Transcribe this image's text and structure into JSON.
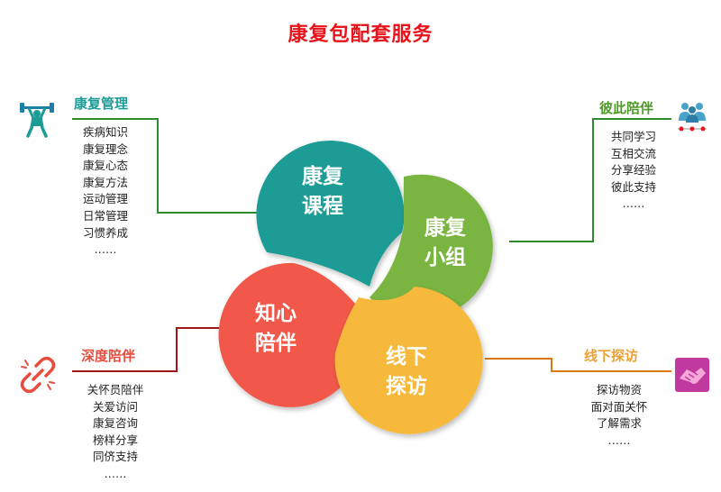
{
  "title": "康复包配套服务",
  "petals": [
    {
      "line1": "康复",
      "line2": "课程",
      "color": "#1c9c95"
    },
    {
      "line1": "康复",
      "line2": "小组",
      "color": "#7ab543"
    },
    {
      "line1": "线下",
      "line2": "探访",
      "color": "#f6b93b"
    },
    {
      "line1": "知心",
      "line2": "陪伴",
      "color": "#f15949"
    }
  ],
  "sections": {
    "rehab_management": {
      "heading": "康复管理",
      "color": "#1c9c95",
      "icon": "weightlifter-icon",
      "items": [
        "疾病知识",
        "康复理念",
        "康复心态",
        "康复方法",
        "运动管理",
        "日常管理",
        "习惯养成",
        "……"
      ]
    },
    "mutual_companion": {
      "heading": "彼此陪伴",
      "color": "#4e9a28",
      "icon": "group-people-icon",
      "items": [
        "共同学习",
        "互相交流",
        "分享经验",
        "彼此支持",
        "……"
      ]
    },
    "deep_companion": {
      "heading": "深度陪伴",
      "color": "#e84c3d",
      "icon": "chain-link-icon",
      "items": [
        "关怀员陪伴",
        "关爱访问",
        "康复咨询",
        "榜样分享",
        "同侪支持",
        "……"
      ]
    },
    "offline_visit": {
      "heading": "线下探访",
      "color": "#f0a030",
      "icon": "handshake-icon",
      "items": [
        "探访物资",
        "面对面关怀",
        "了解需求",
        "……"
      ]
    }
  }
}
